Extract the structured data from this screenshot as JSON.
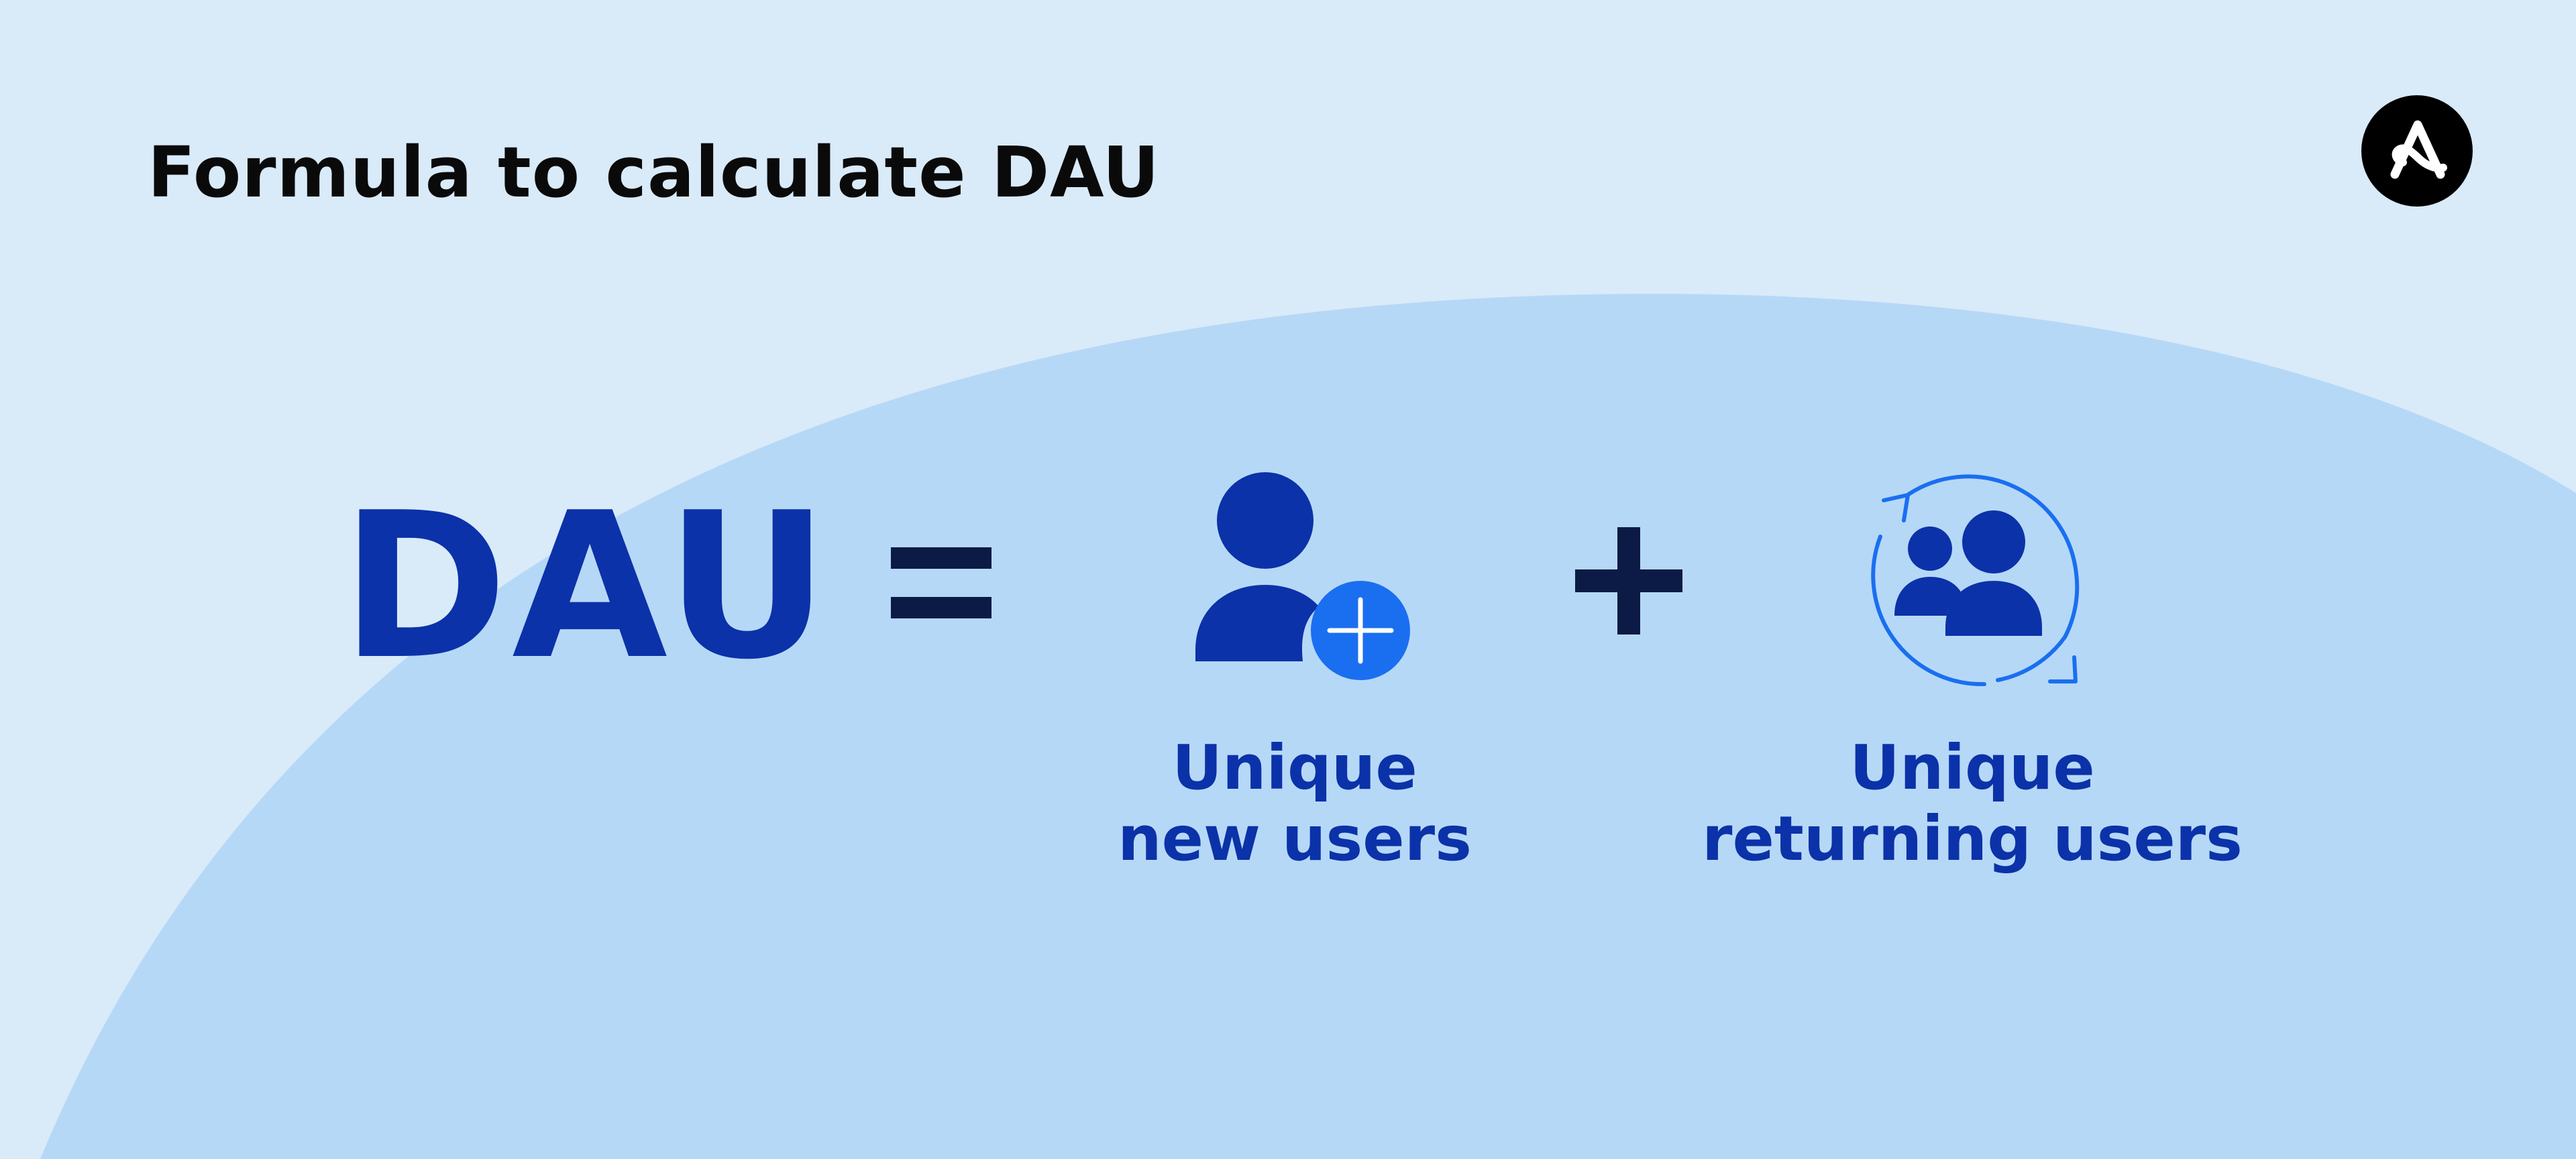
{
  "title": "Formula to calculate DAU",
  "formula": {
    "lhs": "DAU",
    "equals_symbol": "=",
    "plus_symbol": "+",
    "terms": [
      {
        "line1": "Unique",
        "line2": "new users",
        "icon": "user-add-icon"
      },
      {
        "line1": "Unique",
        "line2": "returning users",
        "icon": "users-refresh-icon"
      }
    ]
  },
  "colors": {
    "background_light": "#d9eaf9",
    "background_arc": "#b6d8f7",
    "primary_blue": "#0b32a8",
    "accent_blue": "#1a6ff0",
    "operator_navy": "#0c1b45",
    "title_black": "#0a0a0a"
  },
  "icons": [
    "brand-logo-icon",
    "user-add-icon",
    "users-refresh-icon",
    "equals-icon",
    "plus-icon"
  ]
}
